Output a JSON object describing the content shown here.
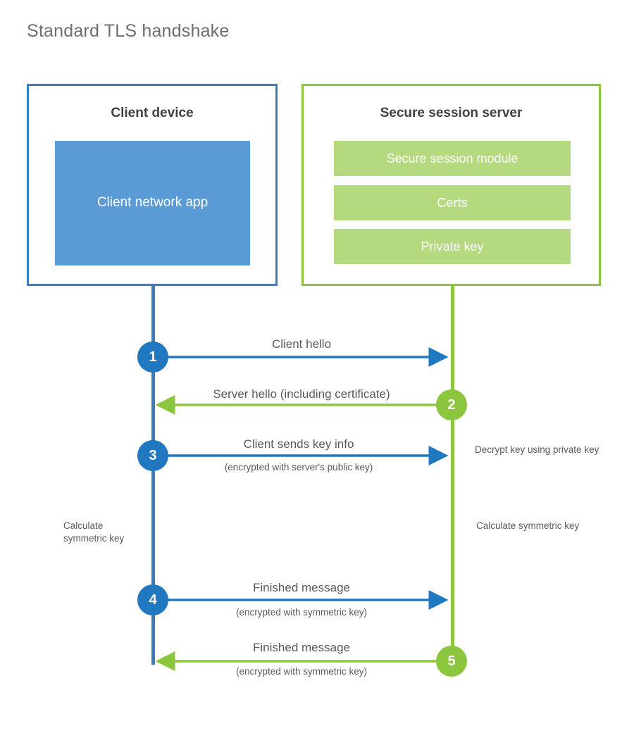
{
  "title": "Standard TLS handshake",
  "colors": {
    "client_accent": "#3a7cbe",
    "client_fill": "#5b9bd5",
    "client_step": "#2079c0",
    "server_accent": "#8cc63f",
    "server_fill": "#b5d97f",
    "text": "#58595b",
    "heading": "#414042",
    "title": "#6d6e71",
    "background": "#ffffff"
  },
  "client": {
    "title": "Client device",
    "app_label": "Client network app"
  },
  "server": {
    "title": "Secure session server",
    "modules": [
      {
        "label": "Secure session module"
      },
      {
        "label": "Certs"
      },
      {
        "label": "Private key"
      }
    ]
  },
  "steps": [
    {
      "number": "1",
      "label": "Client hello",
      "sublabel": "",
      "direction": "client-to-server",
      "color": "#2079c0"
    },
    {
      "number": "2",
      "label": "Server hello (including certificate)",
      "sublabel": "",
      "direction": "server-to-client",
      "color": "#8cc63f"
    },
    {
      "number": "3",
      "label": "Client sends key info",
      "sublabel": "(encrypted with server's public key)",
      "direction": "client-to-server",
      "color": "#2079c0"
    },
    {
      "number": "4",
      "label": "Finished message",
      "sublabel": "(encrypted with symmetric key)",
      "direction": "client-to-server",
      "color": "#2079c0"
    },
    {
      "number": "5",
      "label": "Finished message",
      "sublabel": "(encrypted with symmetric key)",
      "direction": "server-to-client",
      "color": "#8cc63f"
    }
  ],
  "notes": {
    "decrypt": "Decrypt key using private key",
    "calculate_client": "Calculate symmetric key",
    "calculate_server": "Calculate symmetric key"
  }
}
